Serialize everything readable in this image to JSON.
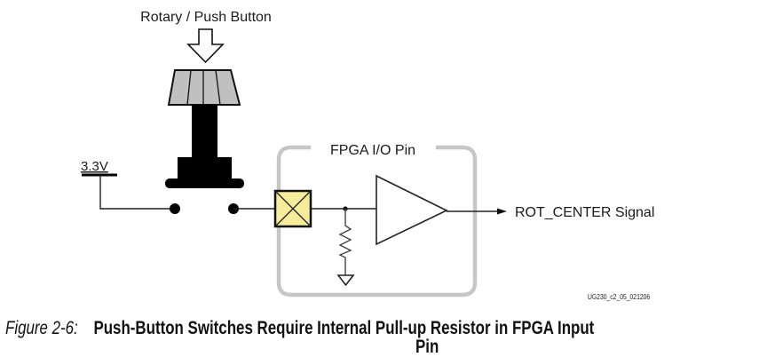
{
  "diagram": {
    "title_label": "Rotary / Push Button",
    "supply_label": "3.3V",
    "fpga_box_label": "FPGA I/O Pin",
    "output_signal_label": "ROT_CENTER Signal",
    "drawing_id": "UG230_c2_05_021206",
    "colors": {
      "knob_fill": "#c0c0c0",
      "pad_fill": "#f5ec9c",
      "box_border": "#c6c6c6",
      "wire": "#222222"
    }
  },
  "caption": {
    "figure_number": "Figure 2-6:",
    "title_line1": "Push-Button Switches Require Internal Pull-up Resistor in FPGA Input",
    "title_line2": "Pin"
  }
}
